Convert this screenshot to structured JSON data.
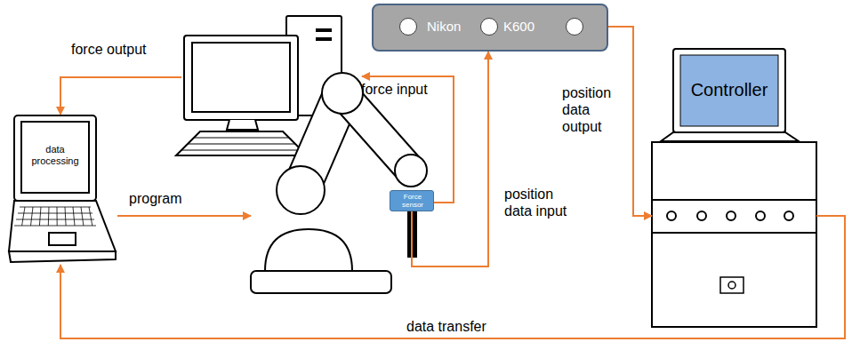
{
  "diagram": {
    "nodes": [
      {
        "text": [
          "Nikon",
          "K600"
        ]
      },
      {
        "text": [
          "Controller"
        ]
      },
      {
        "text": [
          "data processing"
        ]
      },
      {
        "text": [
          "Force sensor"
        ]
      }
    ],
    "edges": [
      {
        "from": 3,
        "to": 0,
        "arrow": "to",
        "label": "position data input"
      },
      {
        "from": 0,
        "to": 1,
        "arrow": "to",
        "label": "position data output"
      },
      {
        "from": 1,
        "to": 2,
        "arrow": "to",
        "label": "data transfer"
      }
    ],
    "labels": [
      "force output",
      "force input",
      "program"
    ]
  }
}
